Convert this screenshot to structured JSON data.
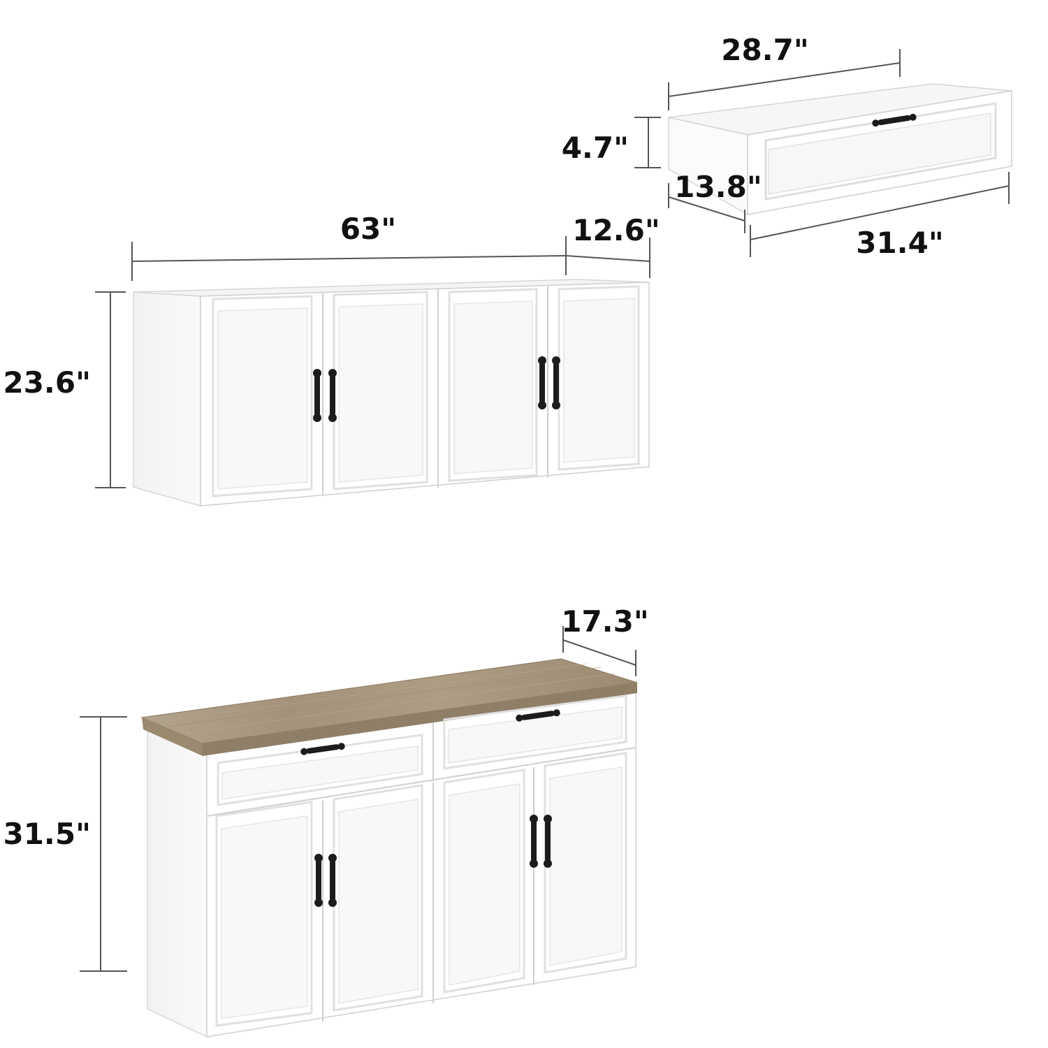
{
  "colors": {
    "cabinet_white": "#ffffff",
    "panel_shadow": "#e8e8e8",
    "edge": "#cfcfcf",
    "handle": "#1c1c1c",
    "wood_top": "#a8977e",
    "dimension_text": "#111111",
    "dimension_line": "#555555"
  },
  "wall_cabinet": {
    "width_label": "63\"",
    "depth_label": "12.6\"",
    "height_label": "23.6\"",
    "door_count": 4,
    "handle_icon": "bar-pull-handle-icon"
  },
  "drawer": {
    "back_width_label": "28.7\"",
    "height_label": "4.7\"",
    "depth_label": "13.8\"",
    "front_width_label": "31.4\"",
    "handle_icon": "bar-pull-handle-icon"
  },
  "base_cabinet": {
    "depth_label": "17.3\"",
    "height_label": "31.5\"",
    "drawer_count": 2,
    "door_count": 4,
    "top_material": "wood-grain",
    "handle_icon": "bar-pull-handle-icon"
  }
}
